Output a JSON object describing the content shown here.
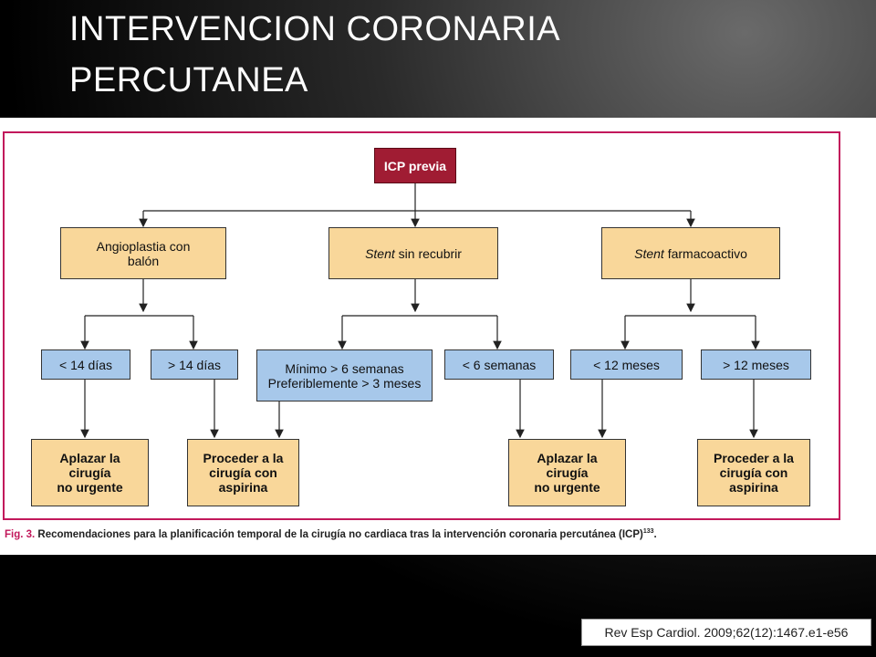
{
  "slide": {
    "title_line1": "INTERVENCION CORONARIA",
    "title_line2": "PERCUTANEA"
  },
  "diagram": {
    "root": "ICP previa",
    "level1": {
      "left_line1": "Angioplastia con",
      "left_line2": "balón",
      "center_italic": "Stent",
      "center_rest": " sin recubrir",
      "right_italic": "Stent",
      "right_rest": " farmacoactivo"
    },
    "level2": {
      "a": "< 14 días",
      "b": "> 14 días",
      "c_line1": "Mínimo > 6 semanas",
      "c_line2": "Preferiblemente > 3 meses",
      "d": "< 6 semanas",
      "e": "< 12 meses",
      "f": "> 12 meses"
    },
    "level3": {
      "postpone_line1": "Aplazar la",
      "postpone_line2": "cirugía",
      "postpone_line3": "no urgente",
      "proceed_line1": "Proceder a la",
      "proceed_line2": "cirugía con",
      "proceed_line3": "aspirina"
    },
    "caption_fig": "Fig. 3.",
    "caption_text": " Recomendaciones para la planificación temporal de la cirugía no cardiaca tras la intervención coronaria percutánea (ICP)",
    "caption_ref": "133",
    "caption_end": "."
  },
  "citation": "Rev Esp Cardiol. 2009;62(12):1467.e1-e56",
  "colors": {
    "root": "#a01c33",
    "level_orange": "#f9d79a",
    "level_blue": "#a7c8ea",
    "frame": "#c2185b"
  }
}
